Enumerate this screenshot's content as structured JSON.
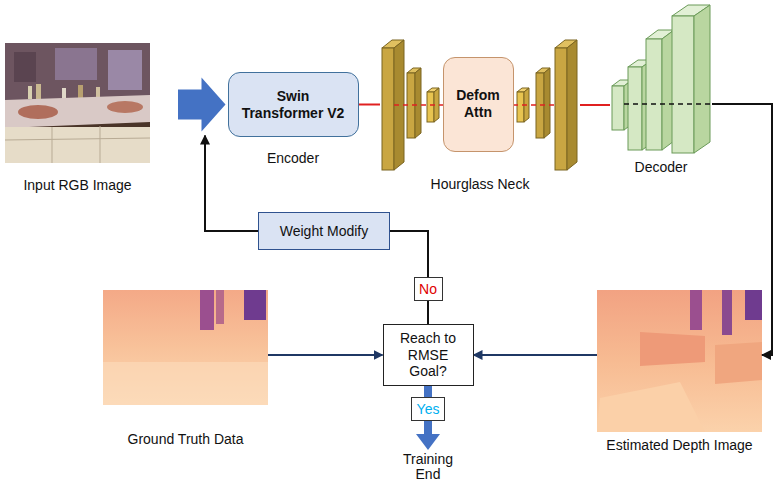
{
  "diagram": {
    "nodes": [
      {
        "text": [
          "Input RGB Image"
        ]
      },
      {
        "text": [
          "Swin Transformer V2",
          "Encoder"
        ]
      },
      {
        "text": [
          "Hourglass Neck"
        ]
      },
      {
        "text": [
          "Defom Attn"
        ],
        "in": 2
      },
      {
        "text": [
          "Decoder"
        ]
      },
      {
        "text": [
          "Weight Modify"
        ]
      },
      {
        "text": [
          "No"
        ]
      },
      {
        "text": [
          "Ground Truth Data"
        ]
      },
      {
        "text": [
          "Reach to RMSE Goal?"
        ]
      },
      {
        "text": [
          "Estimated Depth Image"
        ]
      },
      {
        "text": [
          "Yes"
        ]
      }
    ],
    "edges": [
      {
        "from": 0,
        "to": 1,
        "arrow": "to"
      },
      {
        "from": 1,
        "to": 2,
        "arrow": "none"
      },
      {
        "from": 2,
        "to": 4,
        "arrow": "none"
      },
      {
        "from": 4,
        "to": 9,
        "arrow": "to"
      },
      {
        "from": 9,
        "to": 8,
        "arrow": "to"
      },
      {
        "from": 7,
        "to": 8,
        "arrow": "to"
      },
      {
        "from": 8,
        "to": 6,
        "arrow": "none"
      },
      {
        "from": 6,
        "to": 5,
        "arrow": "none"
      },
      {
        "from": 5,
        "to": 1,
        "arrow": "to"
      },
      {
        "from": 8,
        "to": 10,
        "arrow": "none"
      }
    ],
    "labels": [
      "Training End"
    ]
  }
}
